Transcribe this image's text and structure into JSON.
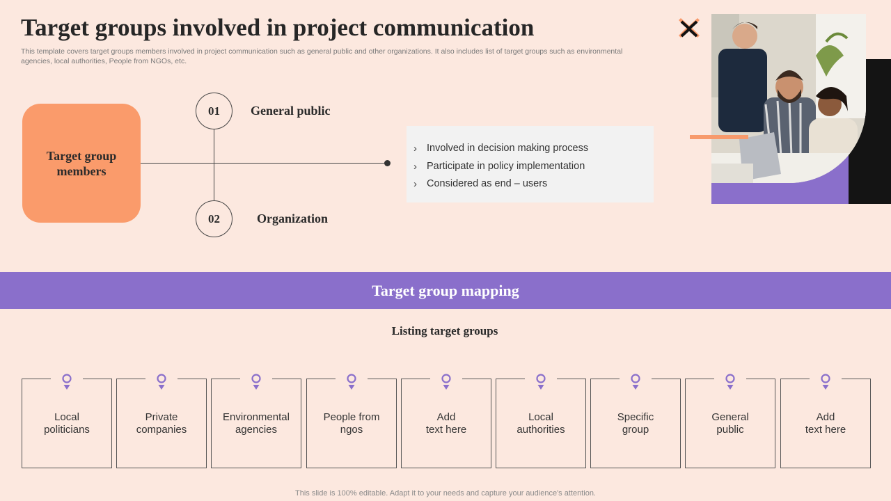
{
  "header": {
    "title": "Target groups involved in project communication",
    "description": "This template covers target groups members involved in project communication such as general public and other organizations. It also includes list of target groups such as environmental agencies, local authorities, People from NGOs, etc."
  },
  "diagram": {
    "center_label": "Target group members",
    "options": [
      {
        "number": "01",
        "label": "General public"
      },
      {
        "number": "02",
        "label": "Organization"
      }
    ],
    "bullets": [
      "Involved  in decision making process",
      "Participate in policy implementation",
      "Considered as end – users"
    ],
    "bullet_icon": "chevron-right-icon"
  },
  "mapping": {
    "banner": "Target group mapping",
    "subtitle": "Listing target groups",
    "cards": [
      "Local\npoliticians",
      "Private\ncompanies",
      "Environmental\nagencies",
      "People from\nngos",
      "Add\ntext here",
      "Local\nauthorities",
      "Specific\ngroup",
      "General\npublic",
      "Add\ntext here"
    ],
    "card_icon": "location-pin-icon"
  },
  "footer": "This slide is 100% editable. Adapt it to your needs and capture your audience's attention.",
  "colors": {
    "background": "#fce8df",
    "accent_orange": "#fa9b6b",
    "accent_purple": "#8a6fcb",
    "dark": "#141414"
  }
}
